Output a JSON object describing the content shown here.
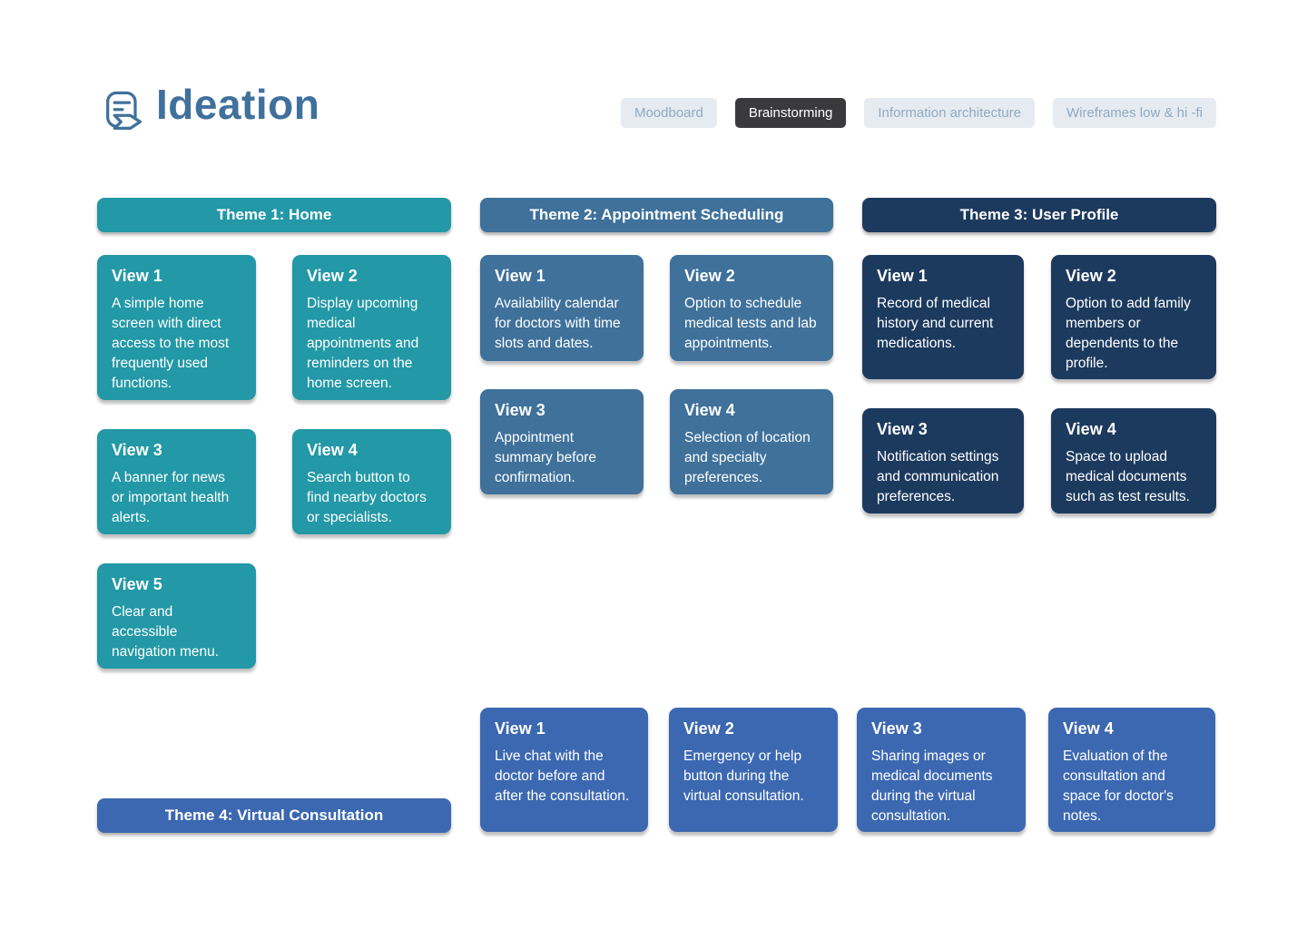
{
  "header": {
    "title": "Ideation",
    "logo_icon": "note-with-arrow-icon"
  },
  "tabs": [
    {
      "label": "Moodboard",
      "active": false
    },
    {
      "label": "Brainstorming",
      "active": true
    },
    {
      "label": "Information architecture",
      "active": false
    },
    {
      "label": "Wireframes low & hi -fi",
      "active": false
    }
  ],
  "colors": {
    "title_text": "#40719C",
    "tab_active_bg": "#3A3A3C",
    "tab_active_text": "#FFFFFF",
    "tab_inactive_bg": "#E6EBF1",
    "tab_inactive_text": "#8FA9C2",
    "theme1_teal": "#2398A6",
    "theme2_steel_blue": "#3F719B",
    "theme3_navy": "#1C3A5E",
    "theme4_royal_blue": "#3C68B1",
    "card_text": "#FFFFFF"
  },
  "themes": [
    {
      "title": "Theme 1: Home",
      "cards": [
        {
          "title": "View 1",
          "body": "A simple home screen with direct access to the most frequently used functions."
        },
        {
          "title": "View 2",
          "body": "Display upcoming medical appointments and reminders on the home screen."
        },
        {
          "title": "View 3",
          "body": "A banner for news or important health alerts."
        },
        {
          "title": "View 4",
          "body": "Search button to find nearby doctors or specialists."
        },
        {
          "title": "View 5",
          "body": "Clear and accessible navigation menu."
        }
      ]
    },
    {
      "title": "Theme 2: Appointment Scheduling",
      "cards": [
        {
          "title": "View 1",
          "body": "Availability calendar for doctors with time slots and dates."
        },
        {
          "title": "View 2",
          "body": "Option to schedule medical tests and lab appointments."
        },
        {
          "title": "View 3",
          "body": "Appointment summary before confirmation."
        },
        {
          "title": "View 4",
          "body": "Selection of location and specialty preferences."
        }
      ]
    },
    {
      "title": "Theme 3: User Profile",
      "cards": [
        {
          "title": "View 1",
          "body": "Record of medical history and current medications."
        },
        {
          "title": "View 2",
          "body": "Option to add family members or dependents to the profile."
        },
        {
          "title": "View 3",
          "body": "Notification settings and communication preferences."
        },
        {
          "title": "View 4",
          "body": "Space to upload medical documents such as test results."
        }
      ]
    },
    {
      "title": "Theme 4: Virtual Consultation",
      "cards": [
        {
          "title": "View 1",
          "body": "Live chat with the doctor before and after the consultation."
        },
        {
          "title": "View 2",
          "body": "Emergency or help button during the virtual consultation."
        },
        {
          "title": "View 3",
          "body": "Sharing images or medical documents during the virtual consultation."
        },
        {
          "title": "View 4",
          "body": "Evaluation of the consultation and space for doctor's notes."
        }
      ]
    }
  ]
}
